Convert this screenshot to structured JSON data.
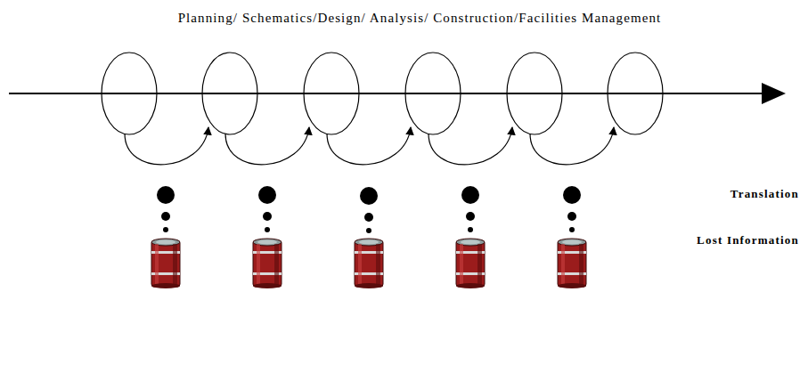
{
  "diagram": {
    "title": "Planning/ Schematics/Design/ Analysis/ Construction/Facilities Management",
    "labels": [
      "Translation",
      "Lost Information"
    ]
  }
}
